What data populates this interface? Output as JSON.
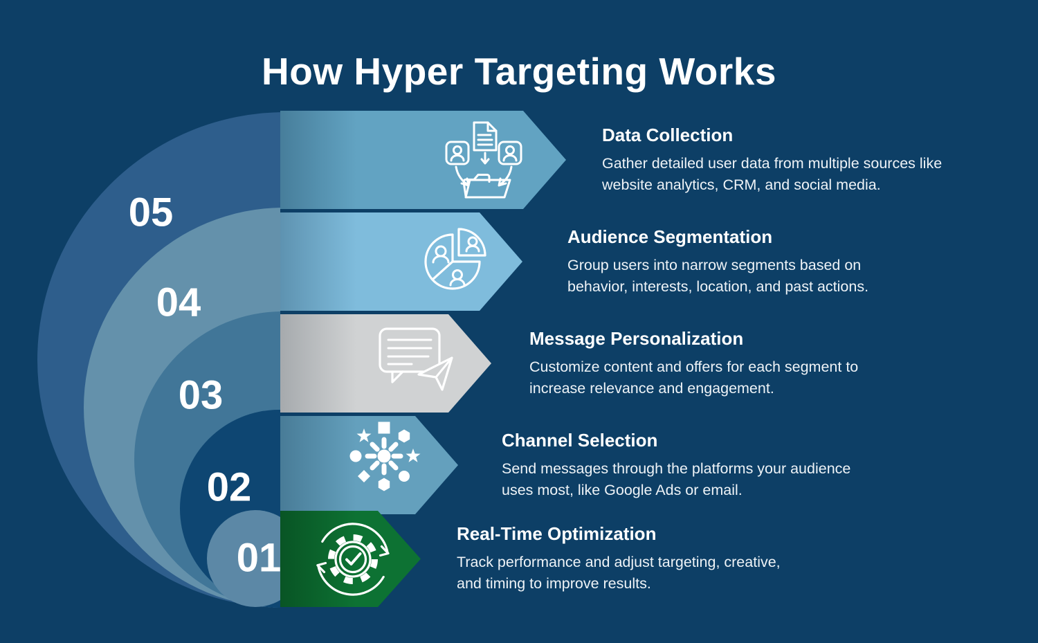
{
  "title": "How Hyper Targeting Works",
  "palette": {
    "background": "#0d3f66",
    "title_color": "#ffffff",
    "body_text_color": "#eef3f7",
    "accent_green": "#0d7233"
  },
  "rings": [
    {
      "label": "05",
      "color": "#2e5e8c"
    },
    {
      "label": "04",
      "color": "#6491ab"
    },
    {
      "label": "03",
      "color": "#417698"
    },
    {
      "label": "02",
      "color": "#0e4672"
    },
    {
      "label": "01",
      "color": "#5c88a6"
    }
  ],
  "steps": [
    {
      "number": "05",
      "title": "Data Collection",
      "description_lines": [
        "Gather detailed user data from multiple sources like",
        "website analytics, CRM, and social media."
      ],
      "banner_color": "#62a3c2",
      "icon": "users-document-folder-icon"
    },
    {
      "number": "04",
      "title": "Audience Segmentation",
      "description_lines": [
        "Group users into narrow segments based on",
        "behavior, interests, location, and past actions."
      ],
      "banner_color": "#7fbcdc",
      "icon": "audience-pie-chart-icon"
    },
    {
      "number": "03",
      "title": "Message Personalization",
      "description_lines": [
        "Customize content and offers for each segment to",
        "increase relevance and engagement."
      ],
      "banner_color": "#d0d2d3",
      "icon": "chat-send-icon"
    },
    {
      "number": "02",
      "title": "Channel Selection",
      "description_lines": [
        "Send messages through the platforms your audience",
        "uses most, like Google Ads or email."
      ],
      "banner_color": "#64a0bd",
      "icon": "network-hub-icon"
    },
    {
      "number": "01",
      "title": "Real-Time Optimization",
      "description_lines": [
        "Track performance and adjust targeting, creative,",
        "and timing to improve results."
      ],
      "banner_color": "#0d7233",
      "icon": "gear-check-refresh-icon"
    }
  ]
}
